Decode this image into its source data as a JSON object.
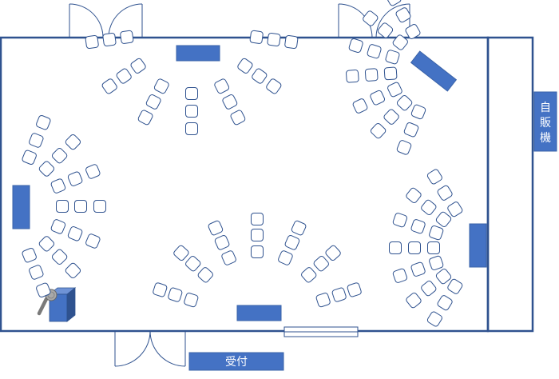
{
  "labels": {
    "reception": "受付",
    "vending_machine": [
      "自",
      "販",
      "機"
    ]
  },
  "colors": {
    "wall": "#2F528F",
    "furniture": "#4472C4",
    "furniture_border": "#3A63A8",
    "chair_stroke": "#2F528F",
    "chair_fill": "#FFFFFF",
    "label_text": "#FFFFFF"
  },
  "icons": {
    "microphone": "microphone-icon",
    "podium": "podium-icon"
  },
  "seating_groups": [
    {
      "name": "top-center-group",
      "rows": 3,
      "chairs_per_row": 7
    },
    {
      "name": "top-right-group",
      "rows": 3,
      "chairs_per_row": 7
    },
    {
      "name": "left-group",
      "rows": 3,
      "chairs_per_row": 7
    },
    {
      "name": "bottom-center-group",
      "rows": 3,
      "chairs_per_row": 7
    },
    {
      "name": "bottom-right-group",
      "rows": 3,
      "chairs_per_row": 7
    }
  ]
}
